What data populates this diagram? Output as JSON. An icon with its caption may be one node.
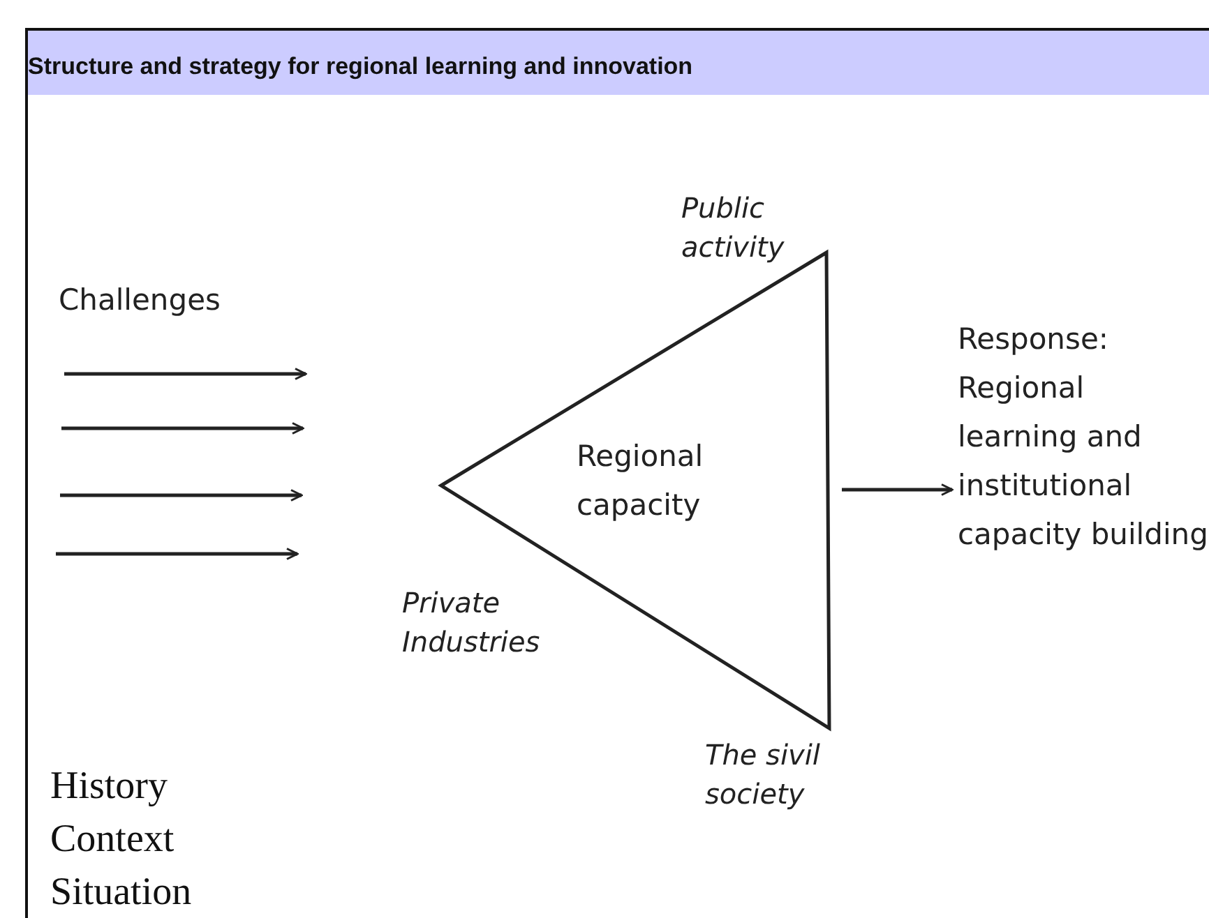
{
  "diagram": {
    "title": "Structure and strategy for regional learning and innovation",
    "nodes": [
      {
        "text": [
          "Regional capacity"
        ],
        "beside": [
          "Public activity",
          "Private Industries",
          "The sivil society"
        ]
      },
      {
        "text": [
          "Response: Regional learning and institutional capacity building"
        ]
      }
    ],
    "edges": [
      {
        "from": 0,
        "to": 1,
        "arrow": "to"
      }
    ],
    "labels": [
      "Challenges",
      "History",
      "Context",
      "Situation"
    ]
  }
}
